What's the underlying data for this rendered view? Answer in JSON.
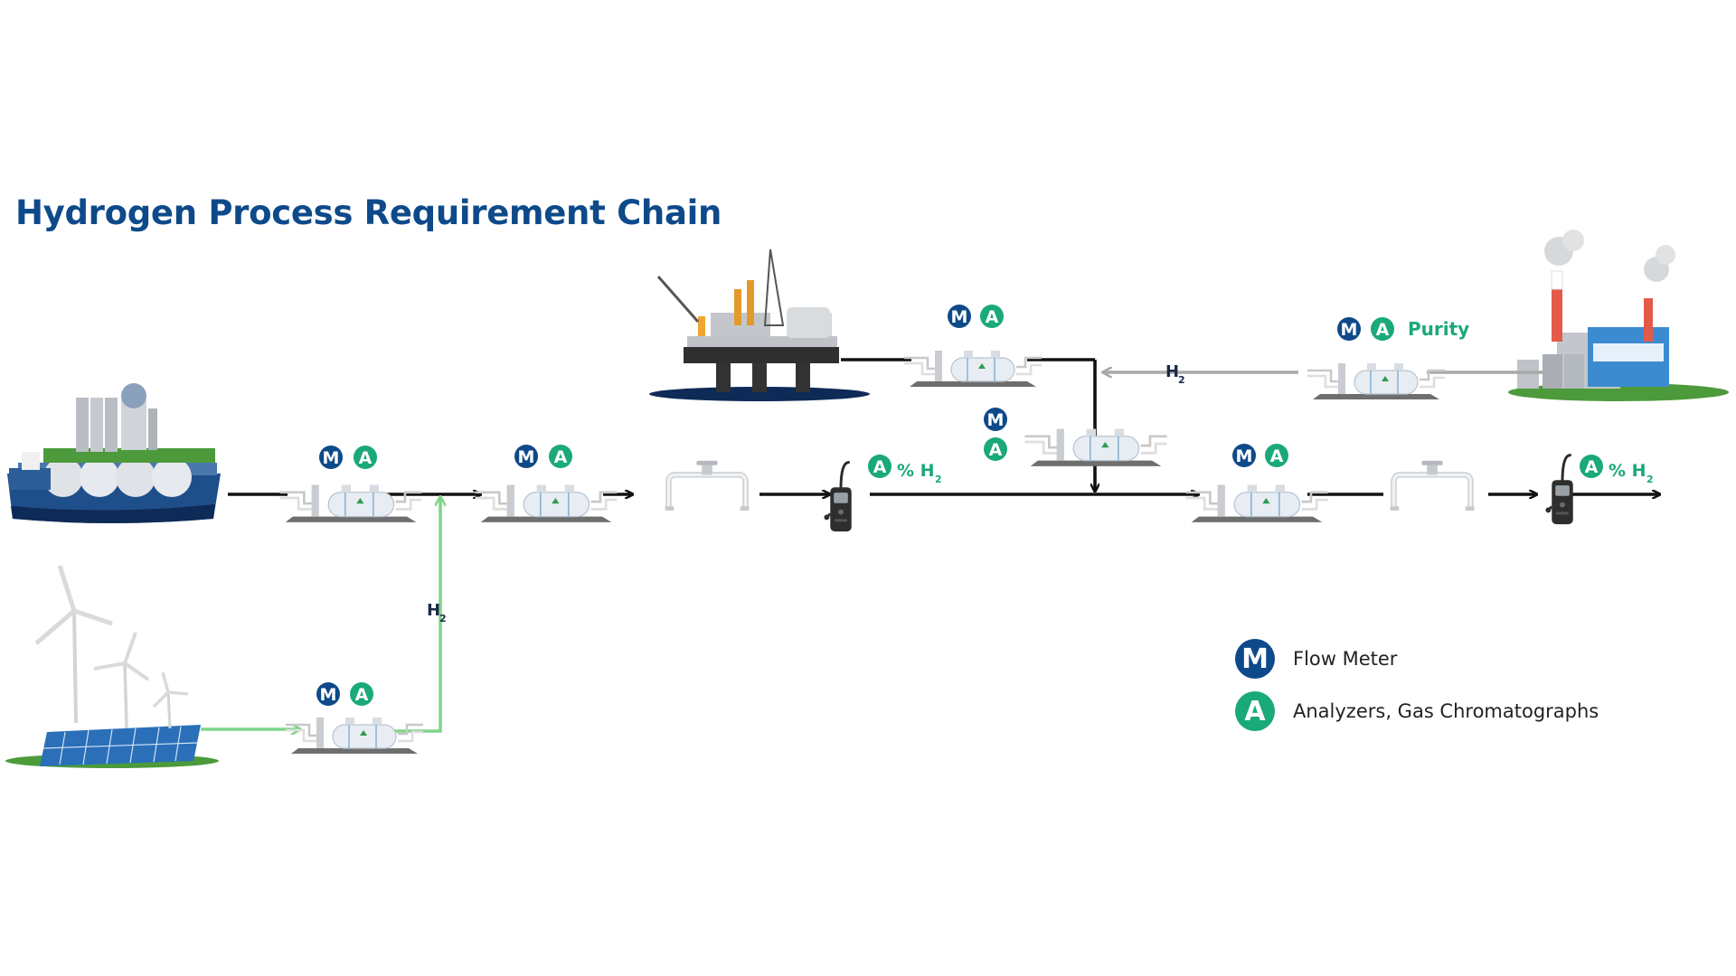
{
  "title": "Hydrogen Process Requirement Chain",
  "colors": {
    "title": "#0e4a8a",
    "flow_meter_badge": "#0e4a8a",
    "analyzer_badge": "#1aa978",
    "main_line": "#111111",
    "green_line": "#7fd68a",
    "gray_line": "#a9a9a9",
    "ocean": "#0e2a56",
    "grass": "#4c9a3b"
  },
  "badges": {
    "flow_meter": "M",
    "analyzer": "A"
  },
  "labels": {
    "h2_vertical": "H",
    "h2_vertical_sub": "2",
    "h2_return": "H",
    "h2_return_sub": "2",
    "percent_h2_1": "% H",
    "percent_h2_1_sub": "2",
    "percent_h2_2": "% H",
    "percent_h2_2_sub": "2",
    "purity": "Purity"
  },
  "legend": [
    {
      "symbol": "M",
      "label": "Flow Meter",
      "kind": "flow_meter"
    },
    {
      "symbol": "A",
      "label": "Analyzers, Gas Chromatographs",
      "kind": "analyzer"
    }
  ]
}
